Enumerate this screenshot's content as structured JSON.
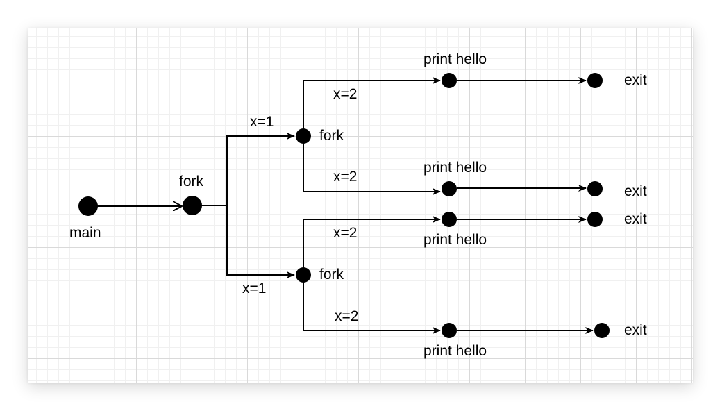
{
  "colors": {
    "node": "#000000",
    "edge": "#000000",
    "grid": "#d9d9d9"
  },
  "labels": {
    "main": "main",
    "fork_root": "fork",
    "fork_upper": "fork",
    "fork_lower": "fork",
    "x1_upper": "x=1",
    "x1_lower": "x=1",
    "x2_a": "x=2",
    "x2_b": "x=2",
    "x2_c": "x=2",
    "x2_d": "x=2",
    "print_a": "print hello",
    "print_b": "print hello",
    "print_c": "print hello",
    "print_d": "print hello",
    "exit_a": "exit",
    "exit_b": "exit",
    "exit_c": "exit",
    "exit_d": "exit"
  }
}
